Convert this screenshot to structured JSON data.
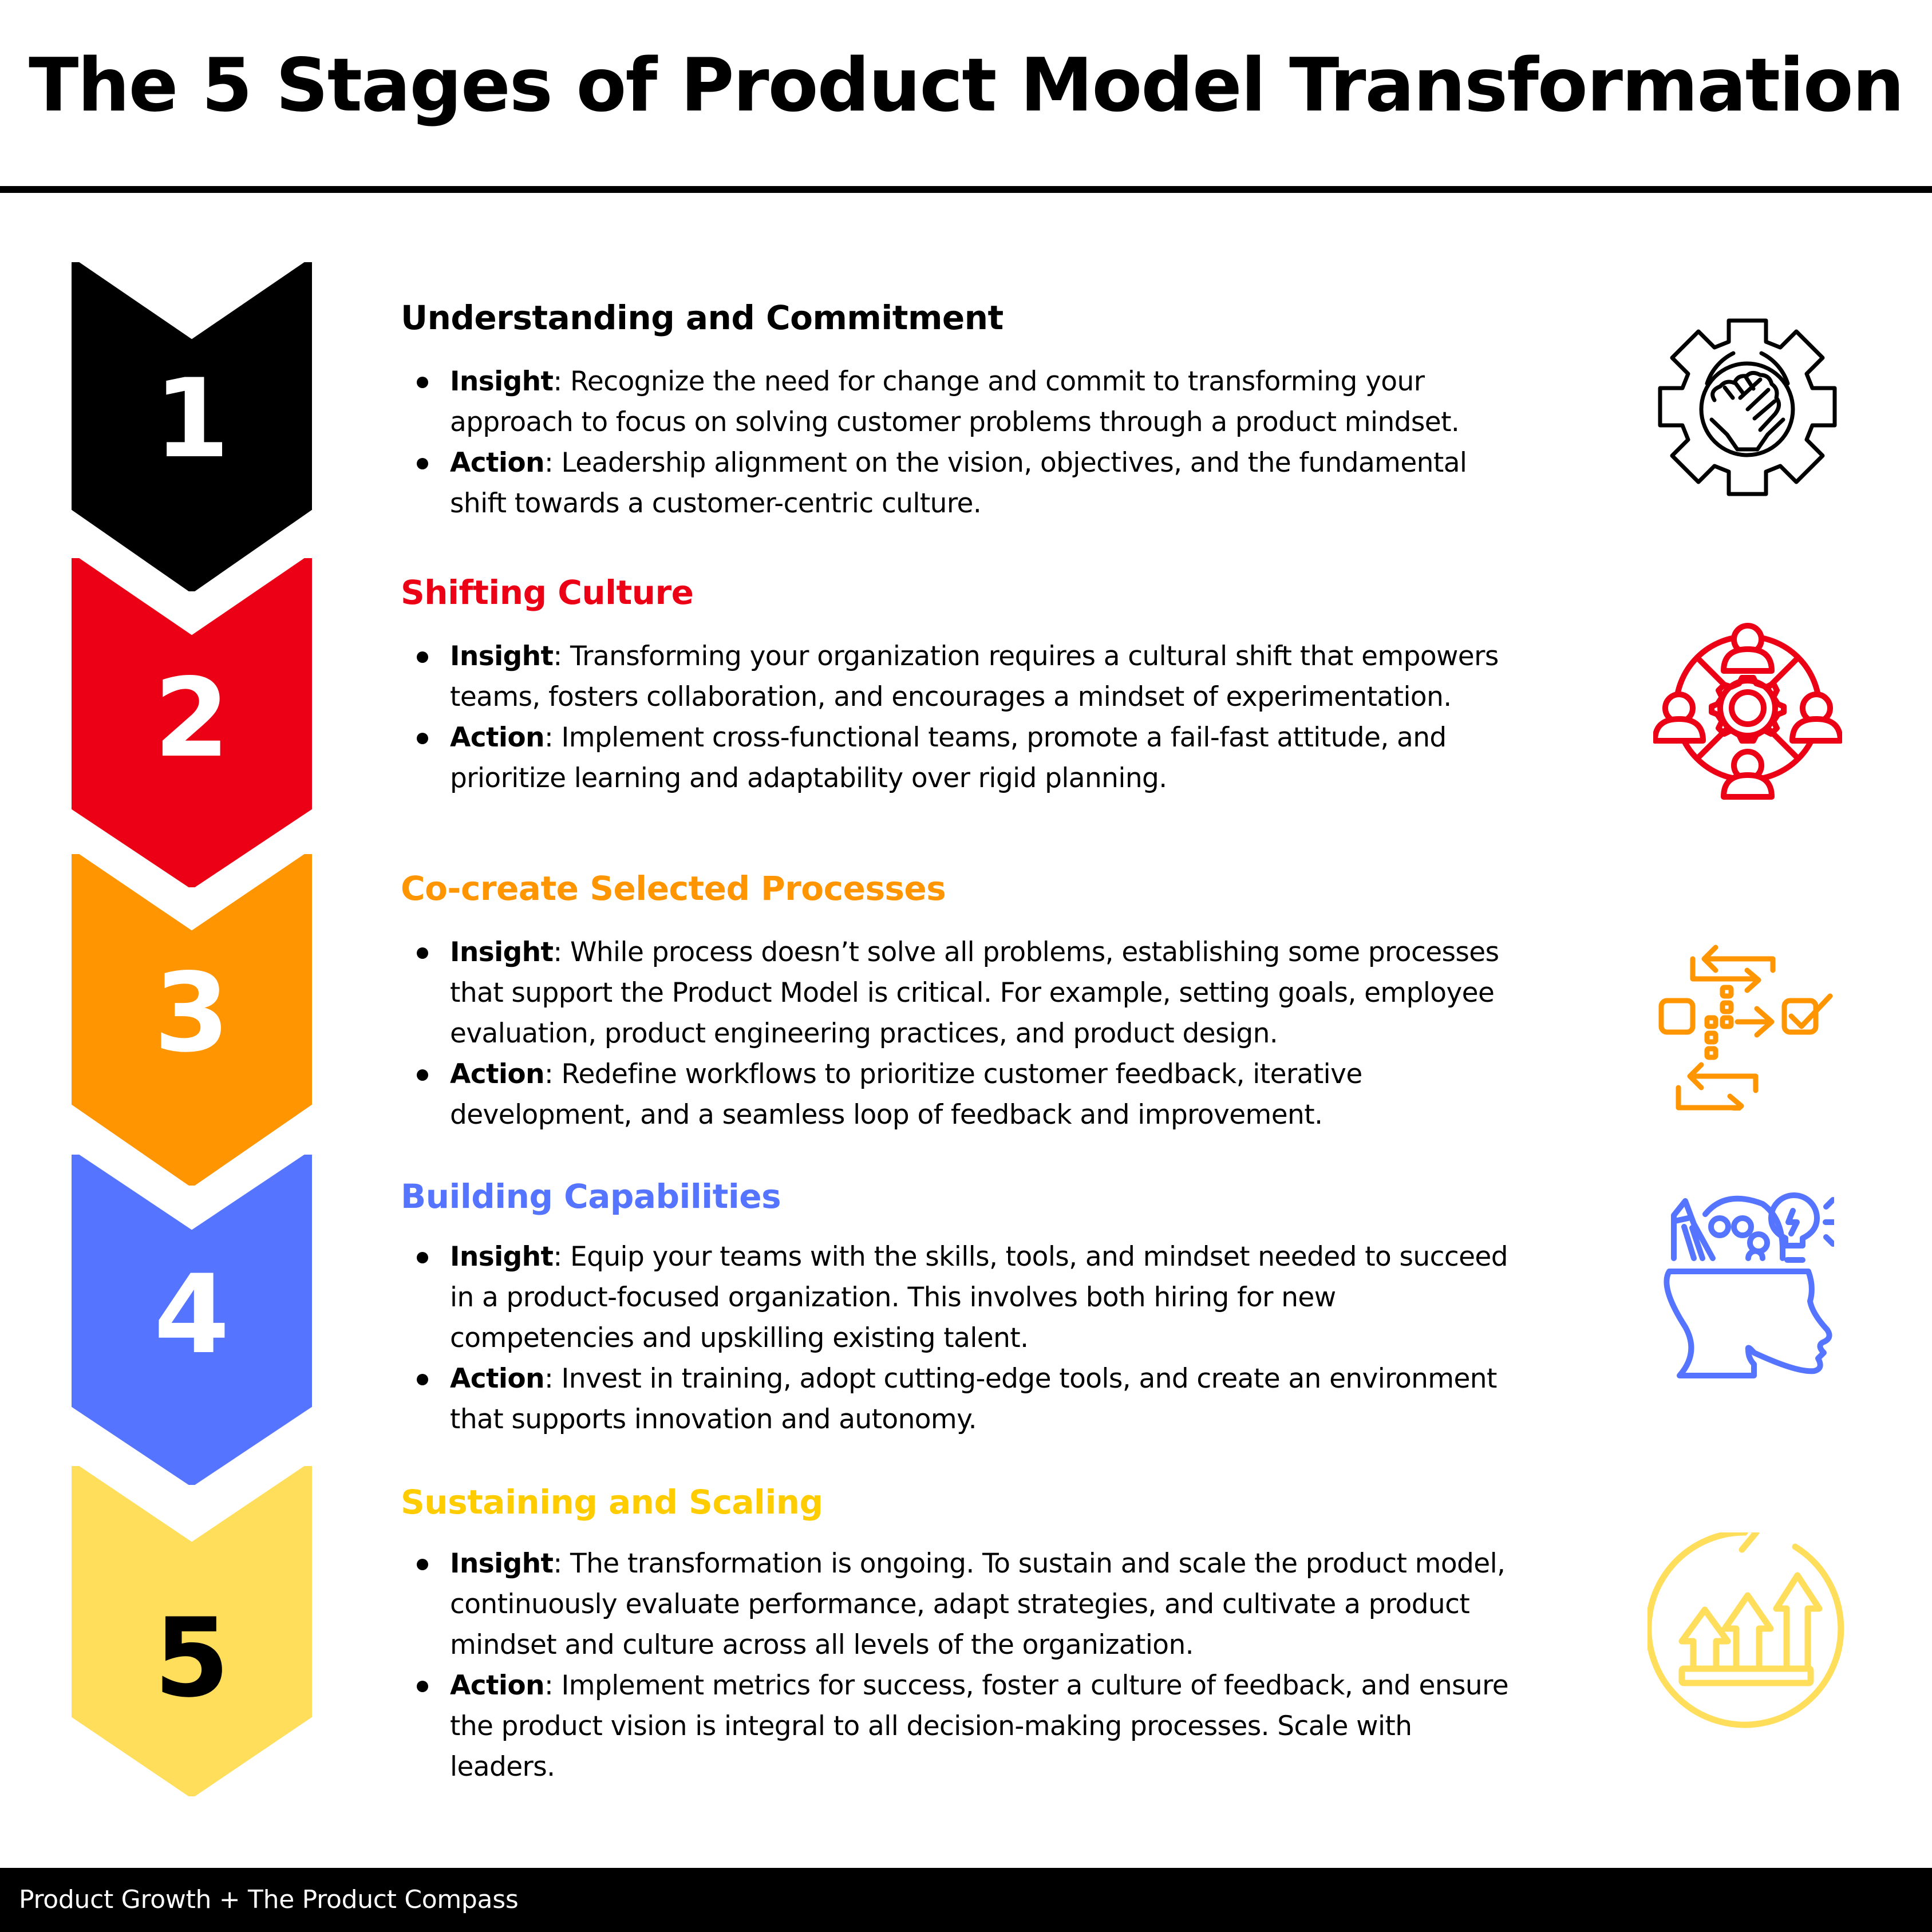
{
  "title": "The 5 Stages of Product Model Transformation",
  "colors": {
    "stage1": "#000000",
    "stage2": "#EC0016",
    "stage3": "#FF9500",
    "stage4": "#5574FF",
    "stage5": "#FFDE5C",
    "heading5": "#FFCC00"
  },
  "stages": [
    {
      "number": "1",
      "heading": "Understanding and Commitment",
      "icon": "gear-handshake-icon",
      "insight_label": "Insight",
      "insight_lines": [
        "Recognize the need for change and commit to transforming your",
        "approach to focus on solving customer problems through a product mindset."
      ],
      "action_label": "Action",
      "action_lines": [
        "Leadership alignment on the vision, objectives, and the fundamental",
        "shift towards a customer-centric culture."
      ]
    },
    {
      "number": "2",
      "heading": "Shifting Culture",
      "icon": "team-network-gear-icon",
      "insight_label": "Insight",
      "insight_lines": [
        "Transforming your organization requires a cultural shift that empowers",
        "teams, fosters collaboration, and encourages a mindset of experimentation."
      ],
      "action_label": "Action",
      "action_lines": [
        "Implement cross-functional teams, promote a fail-fast attitude, and",
        "prioritize learning and adaptability over rigid planning."
      ]
    },
    {
      "number": "3",
      "heading": "Co-create Selected Processes",
      "icon": "process-flow-checkbox-icon",
      "insight_label": "Insight",
      "insight_lines": [
        "While process doesn’t solve all problems, establishing some processes",
        "that support the Product Model is critical. For example, setting goals, employee",
        "evaluation, product engineering practices, and product design."
      ],
      "action_label": "Action",
      "action_lines": [
        "Redefine workflows to prioritize customer feedback, iterative",
        "development, and a seamless loop of feedback and improvement."
      ]
    },
    {
      "number": "4",
      "heading": "Building Capabilities",
      "icon": "head-ideas-lightbulb-icon",
      "insight_label": "Insight",
      "insight_lines": [
        "Equip your teams with the skills, tools, and mindset needed to succeed",
        "in a product-focused organization. This involves both hiring for new",
        "competencies and upskilling existing talent."
      ],
      "action_label": "Action",
      "action_lines": [
        "Invest in training, adopt cutting-edge tools, and create an environment",
        "that supports innovation and autonomy."
      ]
    },
    {
      "number": "5",
      "heading": "Sustaining and Scaling",
      "icon": "growth-arrows-cycle-icon",
      "insight_label": "Insight",
      "insight_lines": [
        "The transformation is ongoing. To sustain and scale the product model,",
        "continuously evaluate performance, adapt strategies, and cultivate a product",
        "mindset and culture across all levels of the organization."
      ],
      "action_label": "Action",
      "action_lines": [
        "Implement metrics for success, foster a culture of feedback, and ensure",
        "the product vision is integral to all decision-making processes. Scale with",
        "leaders."
      ]
    }
  ],
  "footer": "Product Growth + The Product Compass"
}
